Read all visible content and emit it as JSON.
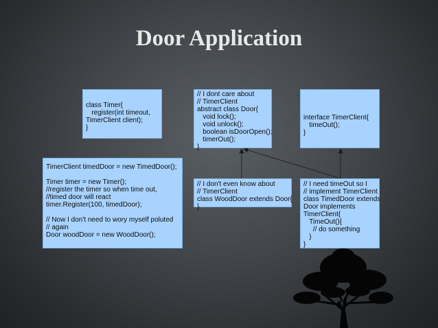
{
  "slide": {
    "title": "Door Application"
  },
  "boxes": {
    "timer": "class Timer{\n   register(int timeout,\nTimerClient client);\n}",
    "door": "// I dont care about\n// TimerClient\nabstract class Door{\n   void lock();\n   void unlock();\n   boolean isDoorOpen();\n   timerOut();\n}",
    "timer_client": "interface TimerClient{\n   timeOut();\n}",
    "client_code": "TimerClient timedDoor = new TimedDoor();\n\nTimer timer = new Timer();\n//register the timer so when time out,\n//timed door will react\ntimer.Register(100, timedDoor);\n\n// Now I don't need to wory myself poluted\n// again\nDoor woodDoor = new WoodDoor();",
    "wood_door": "// I don't even know about\n// TimerClient\nclass WoodDoor extends Door{\n}",
    "timed_door": "// I need timeOut so I\n// implement TimerClient\nclass TimedDoor extends\nDoor implements\nTimerClient{\n   TimeOut(){\n     // do something\n   }\n}"
  },
  "colors": {
    "box_fill": "#a9d3ff",
    "background": "#3a3e42",
    "title": "#e8e8e8",
    "arrow": "#1a1a1a"
  }
}
